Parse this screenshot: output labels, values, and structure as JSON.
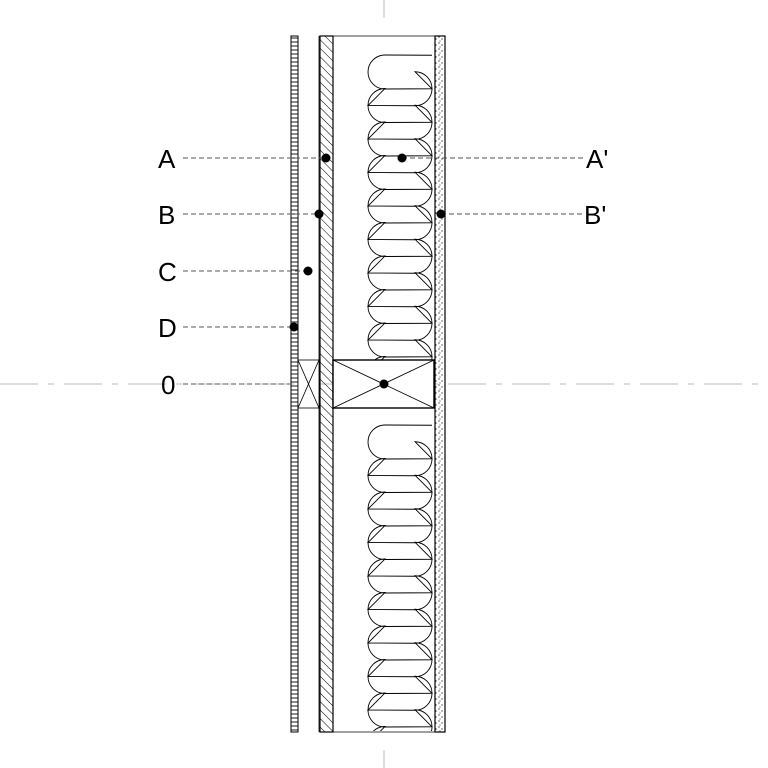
{
  "labels": {
    "a": "A",
    "b": "B",
    "c": "C",
    "d": "D",
    "zero": "0",
    "a_prime": "A'",
    "b_prime": "B'"
  },
  "colors": {
    "line": "#000000",
    "leader": "#555555",
    "center": "#bbbbbb",
    "background": "#ffffff"
  }
}
